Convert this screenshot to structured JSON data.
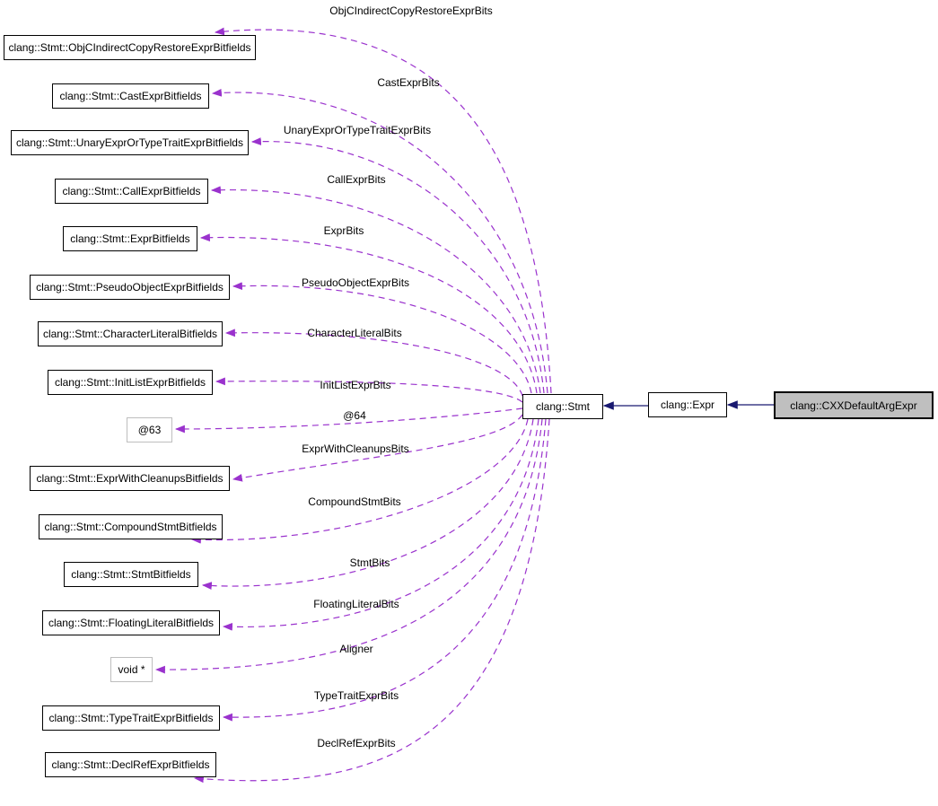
{
  "diagram": {
    "kind": "doxygen-collaboration-graph",
    "colors": {
      "edge_dashed": "#9a32cd",
      "edge_solid": "#191970",
      "node_border": "#000000",
      "node_fill": "#ffffff",
      "highlight_fill": "#bfbfbf",
      "muted_border": "#bebebe",
      "text": "#000000",
      "background": "#ffffff"
    },
    "nodes": {
      "bitfields": [
        {
          "label": "clang::Stmt::ObjCIndirectCopyRestoreExprBitfields"
        },
        {
          "label": "clang::Stmt::CastExprBitfields"
        },
        {
          "label": "clang::Stmt::UnaryExprOrTypeTraitExprBitfields"
        },
        {
          "label": "clang::Stmt::CallExprBitfields"
        },
        {
          "label": "clang::Stmt::ExprBitfields"
        },
        {
          "label": "clang::Stmt::PseudoObjectExprBitfields"
        },
        {
          "label": "clang::Stmt::CharacterLiteralBitfields"
        },
        {
          "label": "clang::Stmt::InitListExprBitfields"
        },
        {
          "label": "@63"
        },
        {
          "label": "clang::Stmt::ExprWithCleanupsBitfields"
        },
        {
          "label": "clang::Stmt::CompoundStmtBitfields"
        },
        {
          "label": "clang::Stmt::StmtBitfields"
        },
        {
          "label": "clang::Stmt::FloatingLiteralBitfields"
        },
        {
          "label": "void *"
        },
        {
          "label": "clang::Stmt::TypeTraitExprBitfields"
        },
        {
          "label": "clang::Stmt::DeclRefExprBitfields"
        }
      ],
      "stmt": {
        "label": "clang::Stmt"
      },
      "expr": {
        "label": "clang::Expr"
      },
      "current": {
        "label": "clang::CXXDefaultArgExpr"
      }
    },
    "edges": [
      {
        "label": "ObjCIndirectCopyRestoreExprBits"
      },
      {
        "label": "CastExprBits"
      },
      {
        "label": "UnaryExprOrTypeTraitExprBits"
      },
      {
        "label": "CallExprBits"
      },
      {
        "label": "ExprBits"
      },
      {
        "label": "PseudoObjectExprBits"
      },
      {
        "label": "CharacterLiteralBits"
      },
      {
        "label": "InitListExprBits"
      },
      {
        "label": "@64"
      },
      {
        "label": "ExprWithCleanupsBits"
      },
      {
        "label": "CompoundStmtBits"
      },
      {
        "label": "StmtBits"
      },
      {
        "label": "FloatingLiteralBits"
      },
      {
        "label": "Aligner"
      },
      {
        "label": "TypeTraitExprBits"
      },
      {
        "label": "DeclRefExprBits"
      }
    ]
  }
}
